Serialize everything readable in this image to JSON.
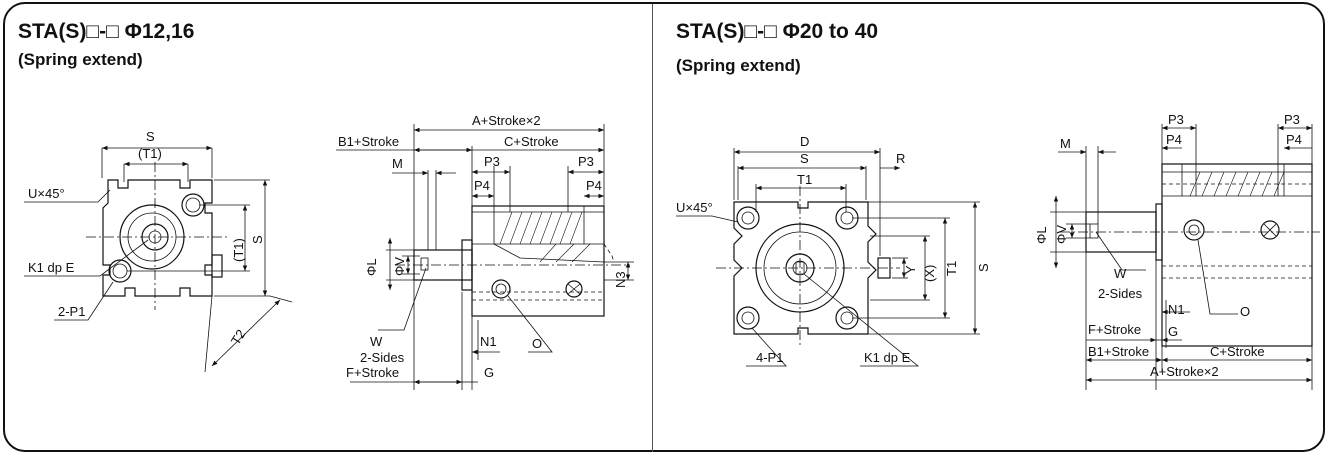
{
  "left_panel": {
    "title": "STA(S)□-□  Φ12,16",
    "subtitle": "(Spring extend)",
    "front_labels": {
      "s_top": "S",
      "t1_top": "(T1)",
      "u45": "U×45°",
      "k1": "K1 dp E",
      "p1": "2-P1",
      "t1_side": "(T1)",
      "s_side": "S",
      "t2": "T2"
    },
    "side_labels": {
      "a": "A+Stroke×2",
      "b1": "B1+Stroke",
      "c": "C+Stroke",
      "m": "M",
      "p3a": "P3",
      "p3b": "P3",
      "p4a": "P4",
      "p4b": "P4",
      "phil": "ΦL",
      "phiv": "ΦV",
      "n3": "N3",
      "n1": "N1",
      "o": "O",
      "w": "W",
      "sides": "2-Sides",
      "f": "F+Stroke",
      "g": "G"
    }
  },
  "right_panel": {
    "title": "STA(S)□-□  Φ20 to 40",
    "subtitle": "(Spring extend)",
    "front_labels": {
      "d": "D",
      "s_top": "S",
      "r": "R",
      "t1_top": "T1",
      "u45": "U×45°",
      "y": "Y",
      "x": "(X)",
      "t1_side": "T1",
      "s_side": "S",
      "p1": "4-P1",
      "k1": "K1 dp E"
    },
    "side_labels": {
      "m": "M",
      "p3a": "P3",
      "p3b": "P3",
      "p4a": "P4",
      "p4b": "P4",
      "phil": "ΦL",
      "phiv": "ΦV",
      "w": "W",
      "sides": "2-Sides",
      "n1": "N1",
      "o": "O",
      "f": "F+Stroke",
      "g": "G",
      "b1": "B1+Stroke",
      "c": "C+Stroke",
      "a": "A+Stroke×2"
    }
  }
}
